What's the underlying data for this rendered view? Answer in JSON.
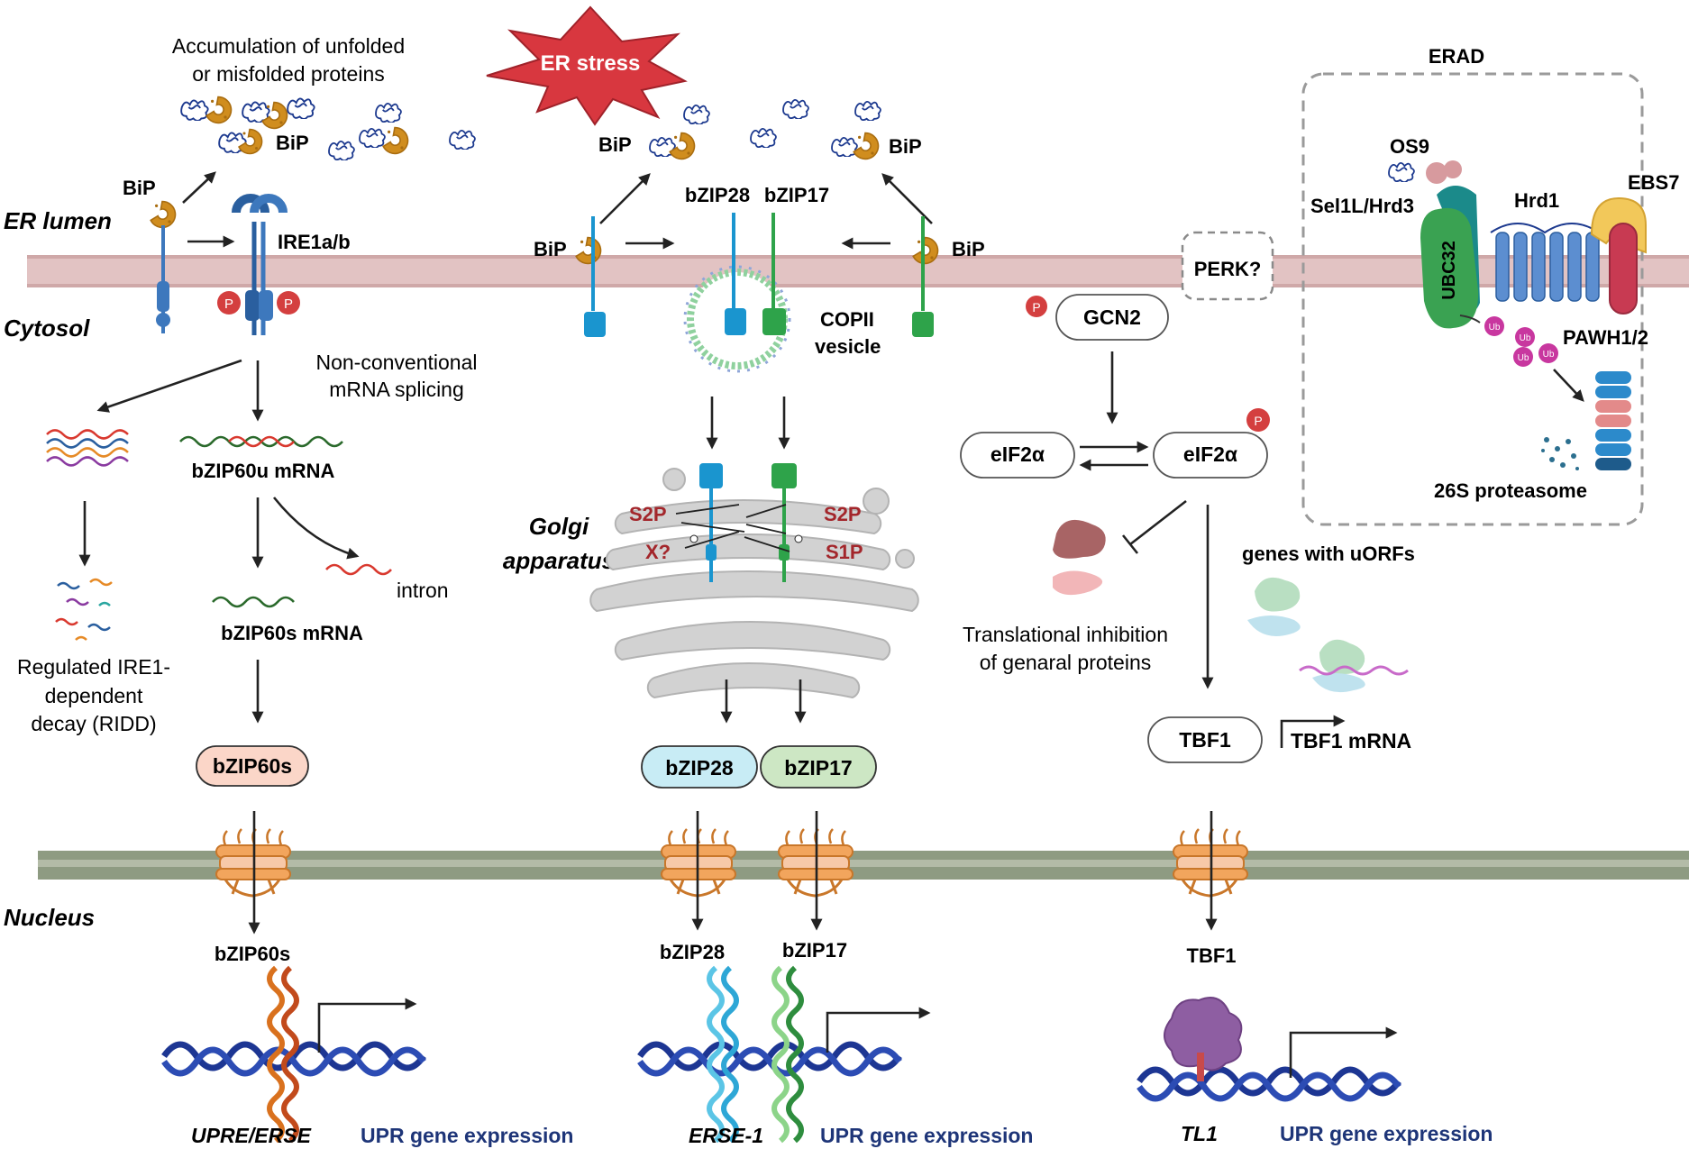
{
  "regions": {
    "er_lumen": "ER lumen",
    "cytosol": "Cytosol",
    "nucleus": "Nucleus",
    "golgi_line1": "Golgi",
    "golgi_line2": "apparatus"
  },
  "er_stress": "ER stress",
  "accumulation_line1": "Accumulation of unfolded",
  "accumulation_line2": "or misfolded proteins",
  "bip": "BiP",
  "ire1": {
    "receptor": "IRE1a/b",
    "phospho": "P",
    "splicing_line1": "Non-conventional",
    "splicing_line2": "mRNA splicing",
    "bzip60u_mrna": "bZIP60u mRNA",
    "intron": "intron",
    "bzip60s_mrna": "bZIP60s mRNA",
    "ridd_line1": "Regulated IRE1-",
    "ridd_line2": "dependent",
    "ridd_line3": "decay (RIDD)",
    "protein": "bZIP60s",
    "nuclear": "bZIP60s",
    "element": "UPRE/ERSE",
    "expression": "UPR gene expression"
  },
  "bzip28_17": {
    "bzip28": "bZIP28",
    "bzip17": "bZIP17",
    "copii_line1": "COPII",
    "copii_line2": "vesicle",
    "s2p": "S2P",
    "x": "X?",
    "s1p": "S1P",
    "protein_28": "bZIP28",
    "protein_17": "bZIP17",
    "nuclear_28": "bZIP28",
    "nuclear_17": "bZIP17",
    "element": "ERSE-1",
    "expression": "UPR gene expression"
  },
  "perk_gcn2": {
    "perk": "PERK?",
    "gcn2": "GCN2",
    "phospho": "P",
    "eif2a_left": "eIF2α",
    "eif2a_right": "eIF2α",
    "inhibition_line1": "Translational inhibition",
    "inhibition_line2": "of genaral proteins",
    "uorfs": "genes with uORFs",
    "tbf1": "TBF1",
    "tbf1_mrna": "TBF1 mRNA",
    "nuclear": "TBF1",
    "element": "TL1",
    "expression": "UPR gene expression"
  },
  "erad": {
    "title": "ERAD",
    "os9": "OS9",
    "sel1l": "Sel1L/Hrd3",
    "hrd1": "Hrd1",
    "ebs7": "EBS7",
    "ubc32": "UBC32",
    "pawh": "PAWH1/2",
    "ub": "Ub",
    "proteasome": "26S proteasome"
  },
  "colors": {
    "er_membrane": "#e2c3c3",
    "nuclear_envelope": "#8e9b82",
    "bip": "#d08d1e",
    "ire1": "#3d78bd",
    "bzip28": "#1a95cf",
    "bzip17": "#2ea34a",
    "er_stress": "#d8373f",
    "bzip60s_fill": "#fbd6c8",
    "bzip28_fill": "#c8ecf5",
    "bzip17_fill": "#cde7c4",
    "expression_text": "#1e3578",
    "dna": "#1d3693",
    "protease_label": "#a3262b"
  }
}
